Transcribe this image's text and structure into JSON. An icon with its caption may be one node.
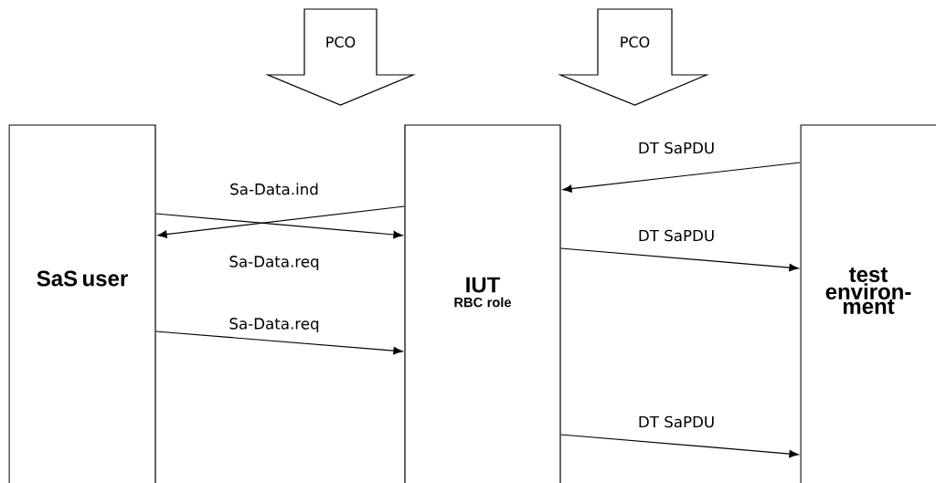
{
  "diagram": {
    "nodes": [
      {
        "text": [
          "PCO"
        ]
      },
      {
        "text": [
          "PCO"
        ]
      },
      {
        "text": [
          "SaS user"
        ]
      },
      {
        "text": [
          "IUT",
          "RBC role"
        ]
      },
      {
        "text": [
          "test environ-ment"
        ]
      }
    ],
    "edges": [
      {
        "from": 4,
        "to": 3,
        "arrow": "to",
        "label": "DT SaPDU"
      },
      {
        "from": 3,
        "to": 2,
        "arrow": "to",
        "label": "Sa-Data.ind"
      },
      {
        "from": 2,
        "to": 3,
        "arrow": "to",
        "label": "Sa-Data.req"
      },
      {
        "from": 2,
        "to": 3,
        "arrow": "to",
        "label": "Sa-Data.req"
      },
      {
        "from": 3,
        "to": 4,
        "arrow": "to",
        "label": "DT SaPDU"
      },
      {
        "from": 3,
        "to": 4,
        "arrow": "to",
        "label": "DT SaPDU"
      }
    ]
  }
}
